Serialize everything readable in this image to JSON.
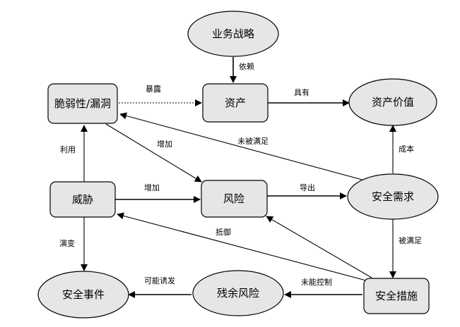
{
  "nodes": {
    "business_strategy": "业务战略",
    "vulnerability": "脆弱性/漏洞",
    "asset": "资产",
    "asset_value": "资产价值",
    "threat": "威胁",
    "risk": "风险",
    "security_requirement": "安全需求",
    "security_incident": "安全事件",
    "residual_risk": "残余风险",
    "security_measure": "安全措施"
  },
  "edges": {
    "depends_on": "依赖",
    "exposes": "暴露",
    "has": "具有",
    "not_satisfied": "未被满足",
    "cost": "成本",
    "increases_1": "增加",
    "exploits": "利用",
    "increases_2": "增加",
    "derives": "导出",
    "resists": "抵御",
    "satisfied_by": "被满足",
    "evolves": "演变",
    "may_induce": "可能诱发",
    "not_controlled": "未能控制"
  }
}
